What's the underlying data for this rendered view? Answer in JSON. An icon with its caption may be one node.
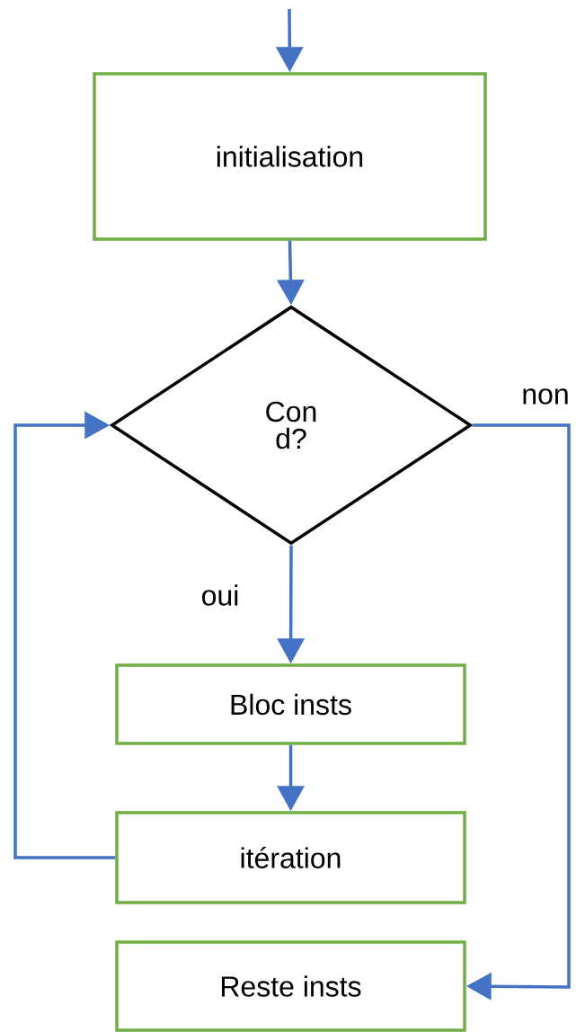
{
  "diagram": {
    "nodes": [
      {
        "text": [
          "initialisation"
        ]
      },
      {
        "text": [
          "Con d?"
        ]
      },
      {
        "text": [
          "Bloc insts"
        ]
      },
      {
        "text": [
          "itération"
        ]
      },
      {
        "text": [
          "Reste insts"
        ]
      }
    ],
    "edges": [
      {
        "from": null,
        "to": 0,
        "arrow": "to"
      },
      {
        "from": 0,
        "to": 1,
        "arrow": "to"
      },
      {
        "from": 1,
        "to": 2,
        "arrow": "to",
        "label": "oui"
      },
      {
        "from": 2,
        "to": 3,
        "arrow": "to"
      },
      {
        "from": 3,
        "to": 1,
        "arrow": "to"
      },
      {
        "from": 1,
        "to": 4,
        "arrow": "to",
        "label": "non"
      }
    ]
  }
}
